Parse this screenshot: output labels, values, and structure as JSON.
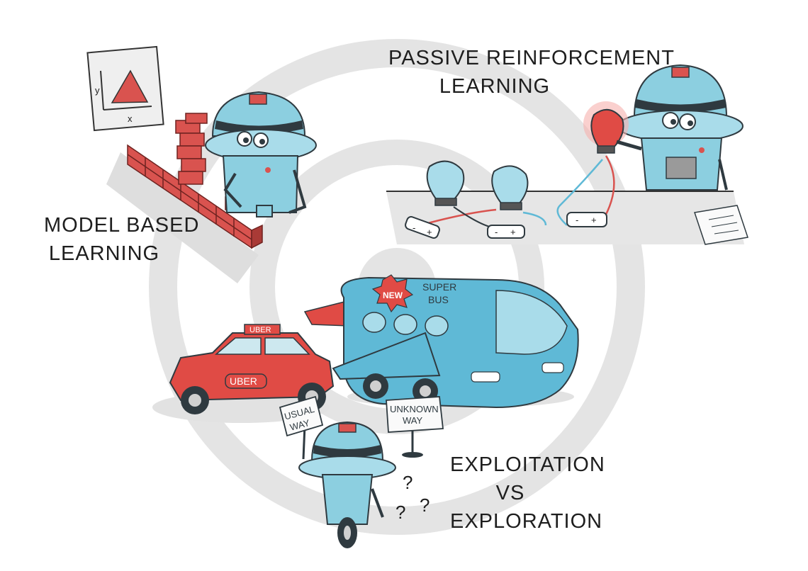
{
  "labels": {
    "passive_line1": "PASSIVE REINFORCEMENT",
    "passive_line2": "LEARNING",
    "model_line1": "MODEL BASED",
    "model_line2": "LEARNING",
    "explo_line1": "EXPLOITATION",
    "explo_line2": "VS",
    "explo_line3": "EXPLORATION"
  },
  "graph_sketch": {
    "y_axis": "y",
    "x_axis": "x"
  },
  "bus": {
    "badge": "NEW",
    "name_line1": "SUPER",
    "name_line2": "BUS"
  },
  "taxi": {
    "roof_sign": "UBER",
    "door_text": "UBER"
  },
  "signs": {
    "usual_line1": "USUAL",
    "usual_line2": "WAY",
    "unknown_line1": "UNKNOWN",
    "unknown_line2": "WAY"
  },
  "batteries": {
    "minus": "-",
    "plus": "+"
  },
  "questions": [
    "?",
    "?",
    "?"
  ],
  "colors": {
    "robot_body": "#8ccfe0",
    "robot_dark": "#2f3a40",
    "brick_red": "#d9534f",
    "taxi_red": "#e04b45",
    "bus_blue": "#5fb9d6",
    "ring_gray": "#e4e4e4"
  }
}
